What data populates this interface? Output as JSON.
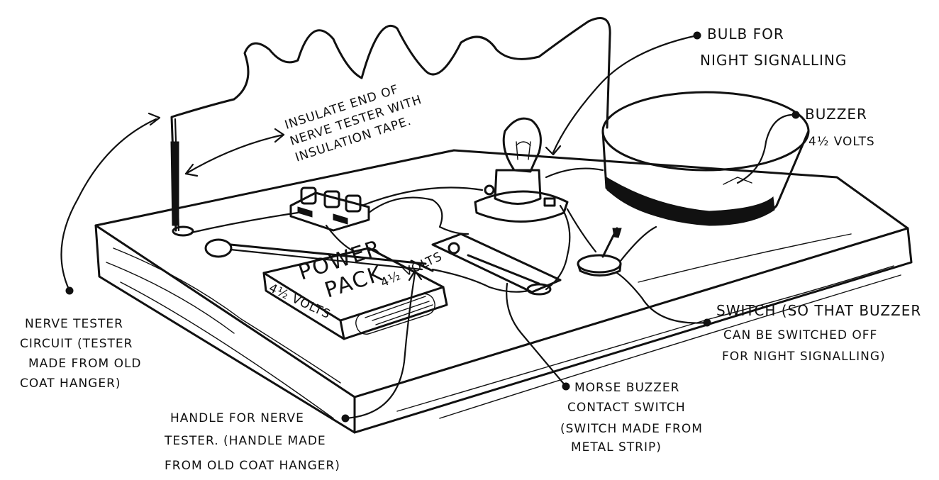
{
  "labels": {
    "bulb": [
      "Bulb for",
      "Night signalling"
    ],
    "insulate": [
      "Insulate end of",
      "nerve tester with",
      "insulation tape."
    ],
    "buzzer": [
      "Buzzer",
      "4½ Volts"
    ],
    "nerve_tester": [
      "Nerve tester",
      "circuit (tester",
      "made from old",
      "coat hanger)"
    ],
    "switch": [
      "Switch (so that buzzer",
      "can be switched off",
      "for night signalling)"
    ],
    "morse": [
      "Morse buzzer",
      "contact switch",
      "(switch made from",
      "metal strip)"
    ],
    "handle": [
      "Handle for nerve",
      "tester. (handle made",
      "from old coat hanger)"
    ],
    "power_pack_line1": "Power",
    "power_pack_line2": "Pack",
    "power_pack_volts_side": "4½ Volts",
    "power_pack_volts_top": "4½ Volts"
  },
  "colors": {
    "ink": "#111111",
    "paper": "#ffffff"
  }
}
